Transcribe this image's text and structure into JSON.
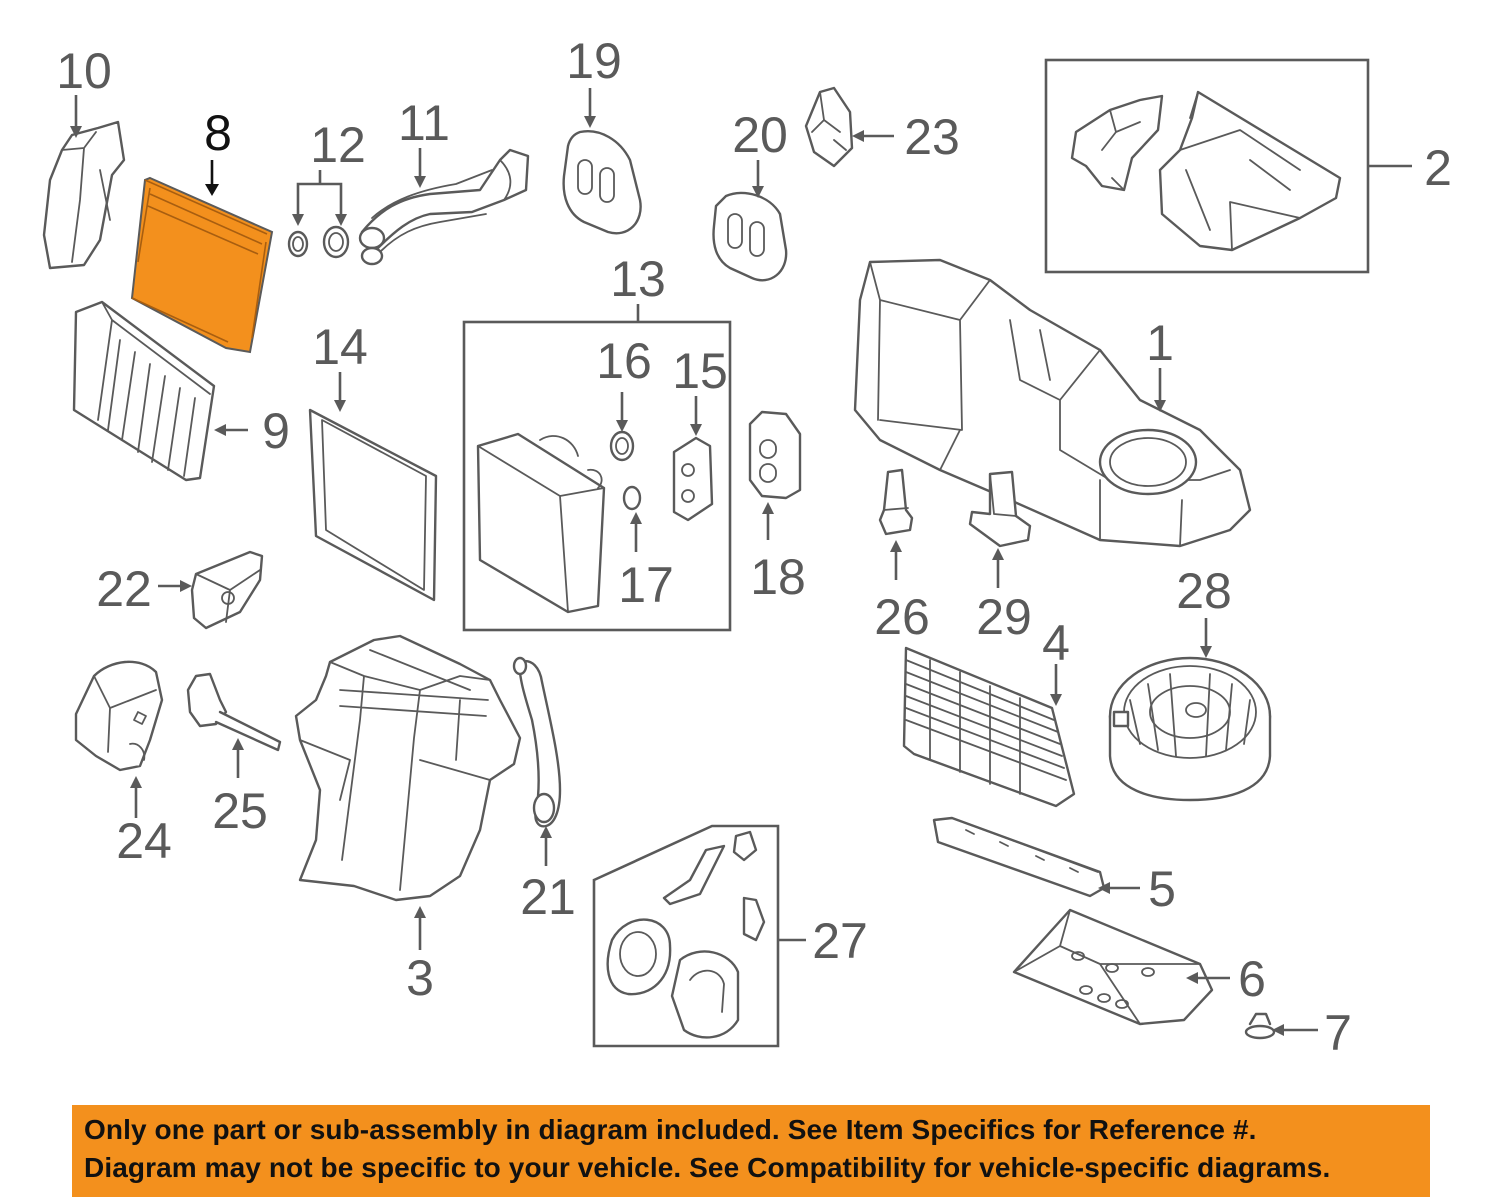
{
  "highlight_color": "#f3901d",
  "callouts": {
    "c1": "1",
    "c2": "2",
    "c3": "3",
    "c4": "4",
    "c5": "5",
    "c6": "6",
    "c7": "7",
    "c8": "8",
    "c9": "9",
    "c10": "10",
    "c11": "11",
    "c12": "12",
    "c13": "13",
    "c14": "14",
    "c15": "15",
    "c16": "16",
    "c17": "17",
    "c18": "18",
    "c19": "19",
    "c20": "20",
    "c21": "21",
    "c22": "22",
    "c23": "23",
    "c24": "24",
    "c25": "25",
    "c26": "26",
    "c27": "27",
    "c28": "28",
    "c29": "29"
  },
  "notice": {
    "line1": "Only one part or sub-assembly in diagram included. See Item Specifics for Reference #.",
    "line2": "Diagram may not be specific to your vehicle. See Compatibility for vehicle-specific diagrams."
  }
}
